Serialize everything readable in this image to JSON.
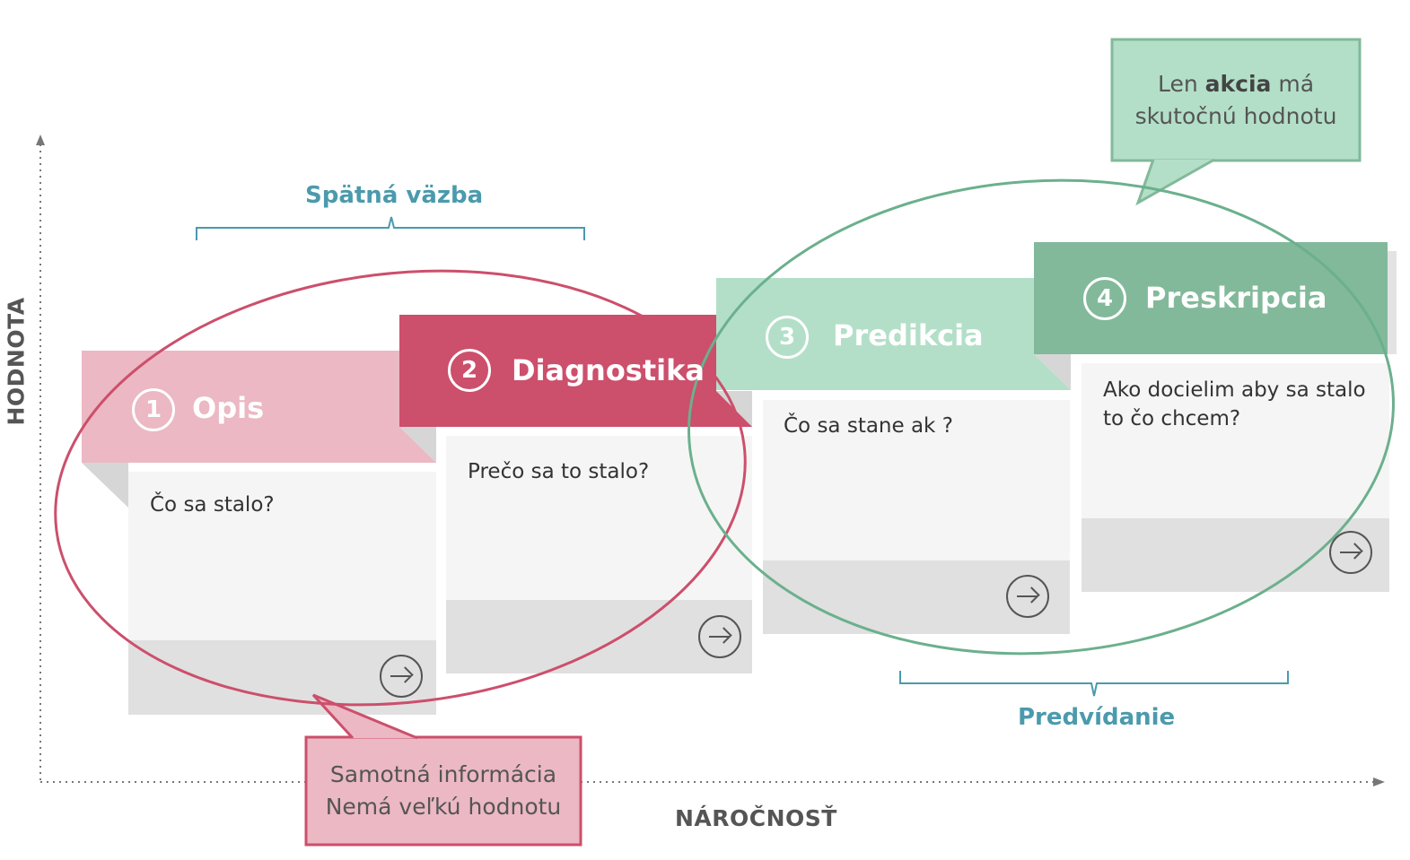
{
  "axes": {
    "y_label": "HODNOTA",
    "x_label": "NÁROČNOSŤ"
  },
  "brackets": {
    "feedback": "Spätná väzba",
    "prediction": "Predvídanie"
  },
  "stages": [
    {
      "number": "1",
      "title": "Opis",
      "question": "Čo sa stalo?",
      "color": "#ebb8c3"
    },
    {
      "number": "2",
      "title": "Diagnostika",
      "question": "Prečo sa to stalo?",
      "color": "#cc4f6c"
    },
    {
      "number": "3",
      "title": "Predikcia",
      "question": "Čo sa stane ak ?",
      "color": "#b3dfc8"
    },
    {
      "number": "4",
      "title": "Preskripcia",
      "question": "Ako docielim aby sa stalo to čo chcem?",
      "color": "#82b99a"
    }
  ],
  "callouts": {
    "pink": {
      "line1": "Samotná informácia",
      "line2": "Nemá veľkú hodnotu"
    },
    "green": {
      "prefix": "Len ",
      "bold": "akcia",
      "suffix": " má",
      "line2": "skutočnú hodnotu"
    }
  },
  "colors": {
    "pink_ellipse": "#cc4f6c",
    "green_ellipse": "#6bb08d",
    "bracket": "#4b9aad",
    "card": "#f5f5f5",
    "card_footer": "#e0e0e0",
    "shadow": "#d6d6d6"
  },
  "icons": {
    "next_button": "arrow-right-circle-icon",
    "axis_arrow": "arrowhead-icon"
  }
}
